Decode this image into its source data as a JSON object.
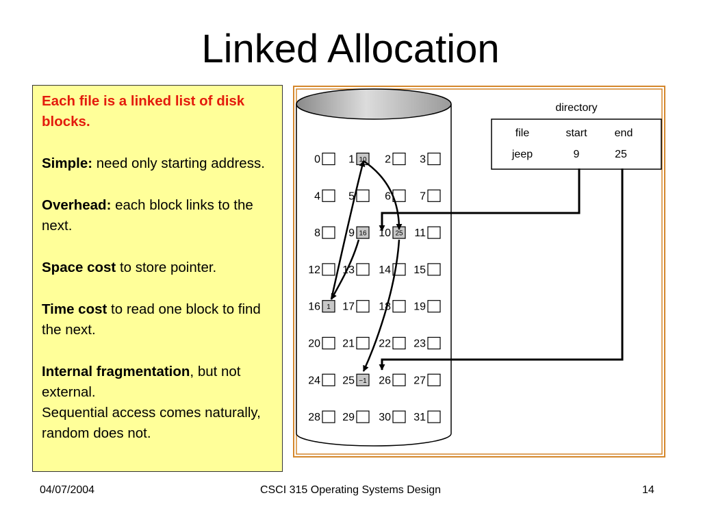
{
  "slide": {
    "title": "Linked Allocation",
    "footer": {
      "date": "04/07/2004",
      "course": "CSCI 315 Operating Systems Design",
      "page": "14"
    }
  },
  "textbox": {
    "intro": "Each file is a linked list of disk blocks.",
    "simple_term": "Simple:",
    "simple_text": " need only starting address.",
    "overhead_term": "Overhead:",
    "overhead_text": " each block links to the next.",
    "space_term": "Space cost",
    "space_text": " to store pointer.",
    "time_term": "Time cost",
    "time_text": " to read one block to find the next.",
    "frag_term": "Internal fragmentation",
    "frag_text": ", but not external.",
    "sequential": "Sequential access comes naturally, random does not."
  },
  "diagram": {
    "directory": {
      "label": "directory",
      "headers": [
        "file",
        "start",
        "end"
      ],
      "row": [
        "jeep",
        "9",
        "25"
      ]
    },
    "blocks": [
      {
        "n": "0"
      },
      {
        "n": "1",
        "ptr": "10"
      },
      {
        "n": "2"
      },
      {
        "n": "3"
      },
      {
        "n": "4"
      },
      {
        "n": "5"
      },
      {
        "n": "6"
      },
      {
        "n": "7"
      },
      {
        "n": "8"
      },
      {
        "n": "9",
        "ptr": "16"
      },
      {
        "n": "10",
        "ptr": "25"
      },
      {
        "n": "11"
      },
      {
        "n": "12"
      },
      {
        "n": "13"
      },
      {
        "n": "14"
      },
      {
        "n": "15"
      },
      {
        "n": "16",
        "ptr": "1"
      },
      {
        "n": "17"
      },
      {
        "n": "18"
      },
      {
        "n": "19"
      },
      {
        "n": "20"
      },
      {
        "n": "21"
      },
      {
        "n": "22"
      },
      {
        "n": "23"
      },
      {
        "n": "24"
      },
      {
        "n": "25",
        "ptr": "−1"
      },
      {
        "n": "26"
      },
      {
        "n": "27"
      },
      {
        "n": "28"
      },
      {
        "n": "29"
      },
      {
        "n": "30"
      },
      {
        "n": "31"
      }
    ],
    "colors": {
      "frame": "#d4862a",
      "used_block": "#c8c8c8",
      "textbox_bg": "#ffff99",
      "intro_text": "#e31b0c"
    }
  }
}
